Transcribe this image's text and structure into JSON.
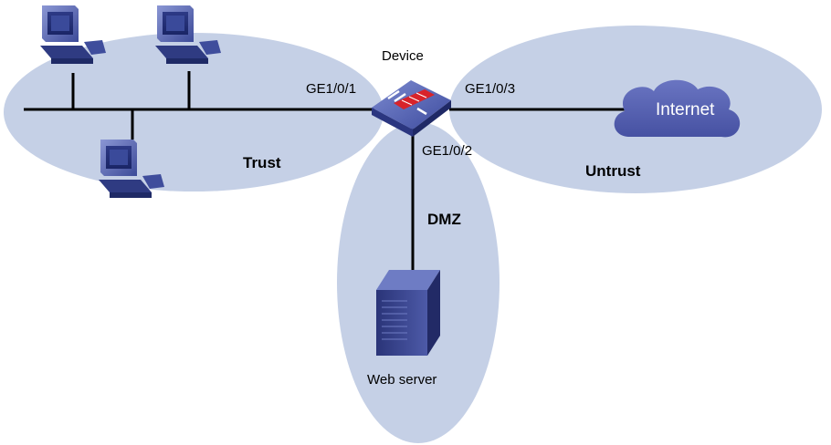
{
  "device_label": "Device",
  "ports": {
    "trust_port": "GE1/0/1",
    "dmz_port": "GE1/0/2",
    "untrust_port": "GE1/0/3"
  },
  "zones": {
    "trust": "Trust",
    "untrust": "Untrust",
    "dmz": "DMZ"
  },
  "internet_label": "Internet",
  "server_label": "Web server",
  "colors": {
    "zone_fill": "#c5d0e6",
    "pc_blue": "#4a5aa8",
    "cloud_blue": "#5560b0",
    "firewall_red": "#d8232a",
    "line": "#000000"
  }
}
